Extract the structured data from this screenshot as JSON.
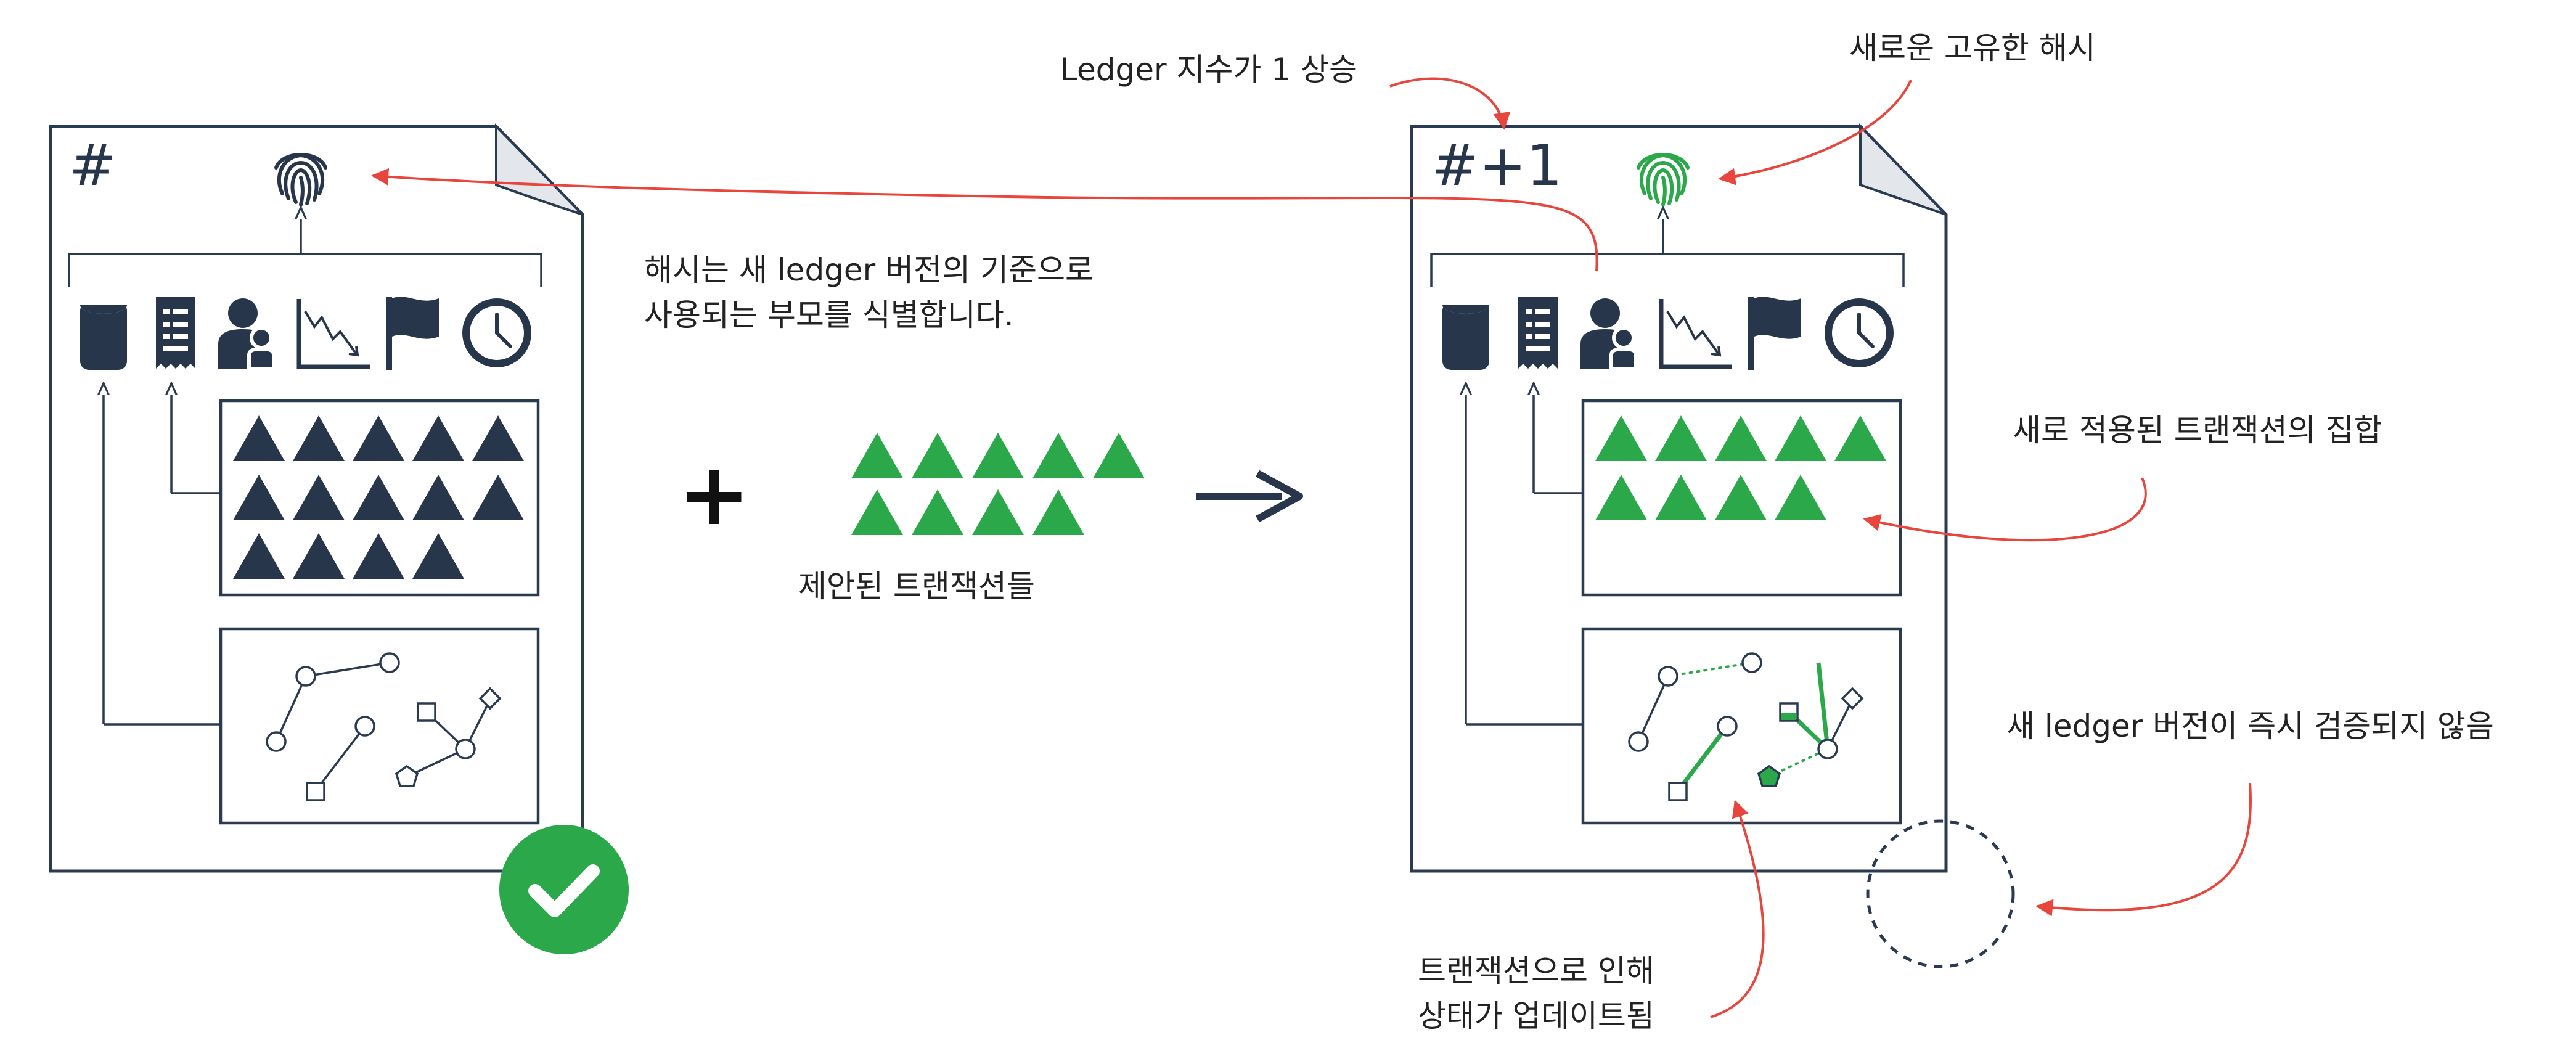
{
  "left_doc": {
    "index_label": "#"
  },
  "right_doc": {
    "index_label": "#+1"
  },
  "annotations": {
    "ledger_index": "Ledger 지수가 1 상승",
    "new_hash": "새로운 고유한 해시",
    "parent_hash_line1": "해시는 새 ledger 버전의 기준으로",
    "parent_hash_line2": "사용되는 부모를 식별합니다.",
    "proposed_tx": "제안된 트랜잭션들",
    "applied_tx": "새로 적용된 트랜잭션의 집합",
    "not_validated": "새 ledger 버전이 즉시 검증되지 않음",
    "state_update_line1": "트랜잭션으로 인해",
    "state_update_line2": "상태가 업데이트됨"
  },
  "operators": {
    "plus": "+"
  },
  "colors": {
    "navy": "#27364a",
    "green": "#2aa84a",
    "red": "#e8453c"
  },
  "icons": [
    "fingerprint-icon",
    "database-icon",
    "receipt-icon",
    "user-icon",
    "chart-down-icon",
    "flag-icon",
    "clock-icon",
    "check-circle-icon",
    "arrow-right-icon"
  ]
}
